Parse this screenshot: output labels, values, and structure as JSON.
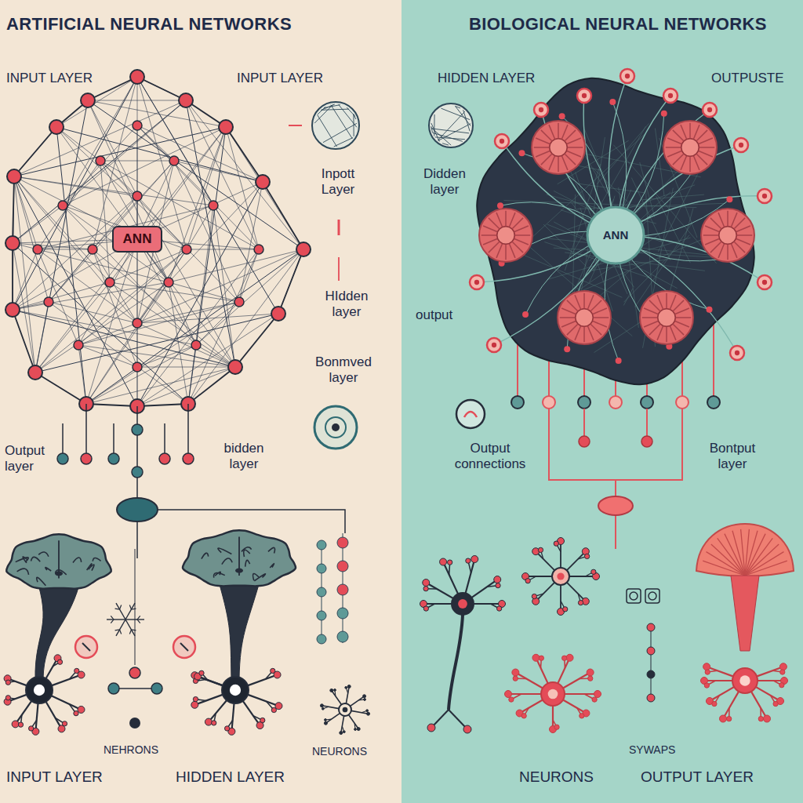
{
  "diagram": {
    "nodes": [
      {
        "text": [
          "ARTIFICIAL NEURAL NETWORKS"
        ]
      },
      {
        "text": [
          "ANN"
        ],
        "in": 0
      },
      {
        "text": [
          "BIOLOGICAL NEURAL NETWORKS"
        ]
      },
      {
        "text": [
          "ANN"
        ],
        "in": 2
      }
    ],
    "labels": [
      "INPUT LAYER",
      "INPUT LAYER",
      "Inpott Layer",
      "HIdden layer",
      "Bonmved layer",
      "Output layer",
      "bidden layer",
      "NEHRONS",
      "INPUT LAYER",
      "HIDDEN LAYER",
      "NEURONS",
      "HIDDEN LAYER",
      "OUTPUSTE",
      "Didden layer",
      "output",
      "Output connections",
      "Bontput layer",
      "SYWAPS",
      "NEURONS",
      "OUTPUT LAYER"
    ]
  }
}
